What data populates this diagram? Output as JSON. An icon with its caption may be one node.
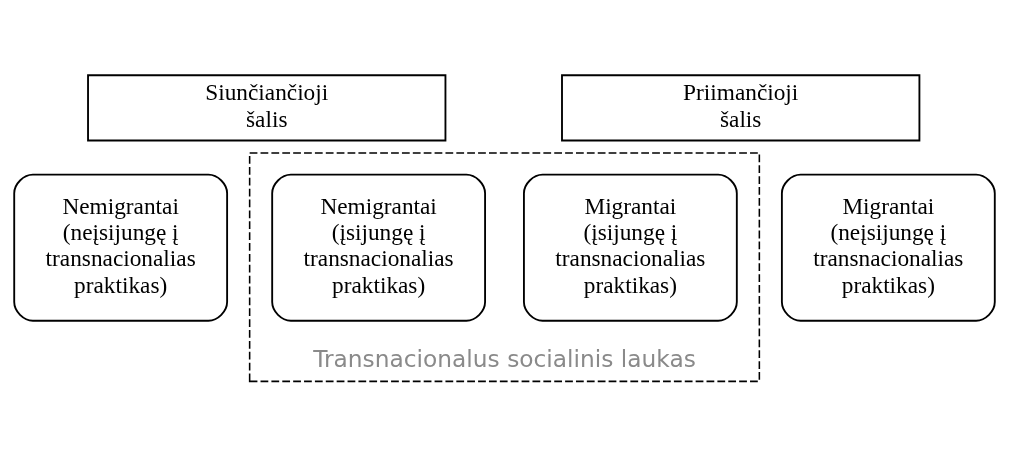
{
  "diagram": {
    "nodes": [
      {
        "text": [
          "Siunčiančioji šalis"
        ]
      },
      {
        "text": [
          "Priimančioji šalis"
        ]
      },
      {
        "text": [
          "Nemigrantai (neįsijungę į transnacionalias praktikas)"
        ]
      },
      {
        "text": [
          "Transnacionalus socialinis laukas"
        ]
      },
      {
        "text": [
          "Nemigrantai (įsijungę į transnacionalias praktikas)"
        ],
        "in": 3
      },
      {
        "text": [
          "Migrantai (įsijungę į transnacionalias praktikas)"
        ],
        "in": 3
      },
      {
        "text": [
          "Migrantai (neįsijungę į transnacionalias praktikas)"
        ]
      }
    ],
    "edges": []
  }
}
